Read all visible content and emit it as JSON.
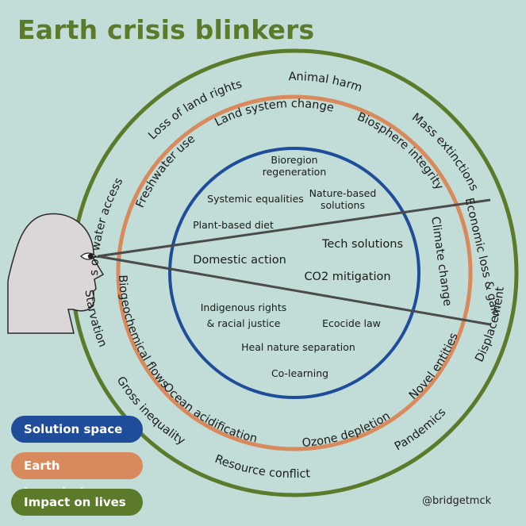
{
  "title": "Earth crisis blinkers",
  "colors": {
    "background": "#c2ddd8",
    "title": "#5b7a2a",
    "solution_space": "#1f4d99",
    "earth_boundaries": "#d88a5c",
    "impact_on_lives": "#5b7a2a"
  },
  "outer_ring": [
    "Loss of water access",
    "Loss of land rights",
    "Animal harm",
    "Mass extinctions",
    "Economic loss & gain",
    "Displacement",
    "Pandemics",
    "Resource conflict",
    "Gross inequality",
    "Starvation"
  ],
  "middle_ring": [
    "Freshwater use",
    "Land system change",
    "Biosphere integrity",
    "Climate change",
    "Novel entities",
    "Ozone depletion",
    "Ocean acidification",
    "Biogeochemical flows"
  ],
  "inner": {
    "bioregion_1": "Bioregion",
    "bioregion_2": "regeneration",
    "systemic": "Systemic equalities",
    "nature_1": "Nature-based",
    "nature_2": "solutions",
    "plant": "Plant-based diet",
    "tech": "Tech solutions",
    "domestic": "Domestic action",
    "co2": "CO2 mitigation",
    "indigenous_1": "Indigenous rights",
    "indigenous_2": "& racial justice",
    "ecocide": "Ecocide law",
    "heal": "Heal nature separation",
    "colearning": "Co-learning"
  },
  "legend": {
    "solution": "Solution space",
    "boundaries": "Earth boundaries",
    "impact": "Impact on lives"
  },
  "credit": "@bridgetmck"
}
